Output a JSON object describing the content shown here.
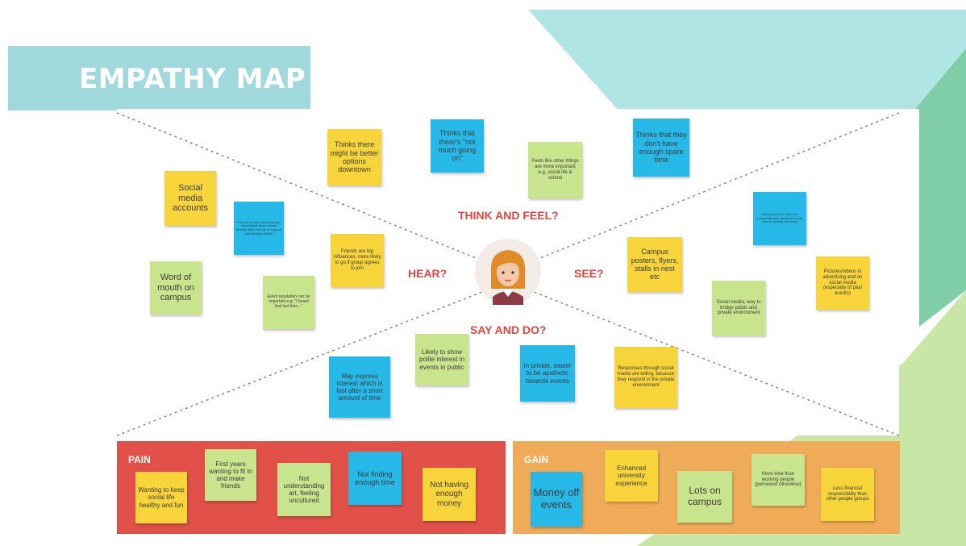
{
  "title": "EMPATHY MAP",
  "quadrants": {
    "think_feel": "THINK AND FEEL?",
    "hear": "HEAR?",
    "see": "SEE?",
    "say_do": "SAY AND DO?"
  },
  "notes": {
    "social_media_accounts": "Social media accounts",
    "word_of_mouth": "Word of mouth on campus",
    "friends_students": "Friends or other students who have talked about events through them and go to support participating friends",
    "event_reputation": "Event reputation can be important e.g. \"I heard that last time...\"",
    "friends_influences": "Friends are big influences, more likely to go if group agrees to join",
    "better_options": "Thinks there might be better options downtown",
    "not_much_going_on": "Thinks that there's \"not much going on\"",
    "other_things_important": "Feels like other things are more important e.g. social life & school",
    "not_enough_time": "Thinks that they don't have enough spare time",
    "campus_posters": "Campus posters, flyers, stalls in nest etc",
    "generic_promo": "Generic promo, same as everything else, students do not need to identify the brand",
    "social_media_bridge": "Social media, way to bridge public and private environment",
    "pictures_videos": "Pictures/videos in advertising and on social media (especially of past events)",
    "lost_interest": "May express interest which is lost after a short amount of time",
    "polite_interest": "Likely to show polite interest in events in public",
    "apathetic": "In private, easier to be apathetic towards events",
    "responses_social": "Responses through social media are telling, because they respond in the private environment"
  },
  "pain": {
    "title": "PAIN",
    "items": [
      "Wanting to keep social life healthy and fun",
      "First years wanting to fit in and make friends",
      "Not understanding art, feeling uncultured",
      "Not finding enough time",
      "Not having enough money"
    ]
  },
  "gain": {
    "title": "GAIN",
    "items": [
      "Money off events",
      "Enhanced university experience",
      "Lots on campus",
      "More time than working people (perceived otherwise)",
      "Less financial responsibility than other people groups"
    ]
  },
  "colors": {
    "sticky_yellow": "#f7d43a",
    "sticky_green": "#c8e58d",
    "sticky_blue": "#26b8e6",
    "pain_red": "#e1514a",
    "gain_orange": "#efab58",
    "title_teal": "#9fd9dc",
    "quadrant_label_red": "#e2463f"
  },
  "icons": {
    "avatar": "woman-avatar-icon"
  }
}
